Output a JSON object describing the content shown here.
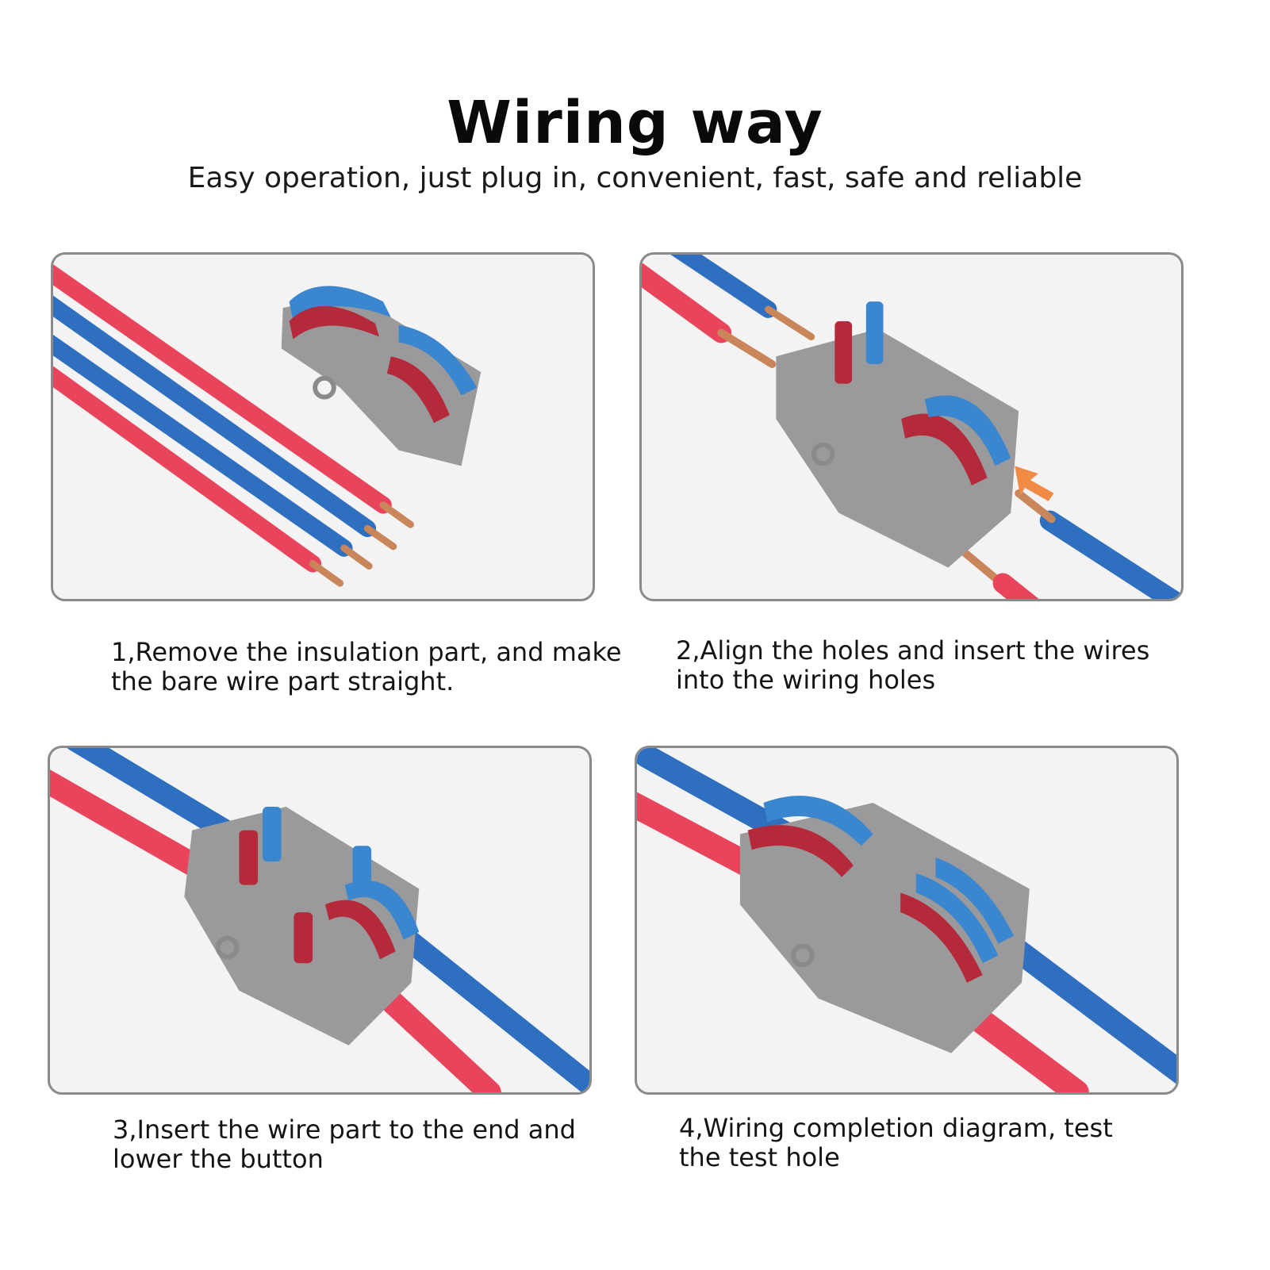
{
  "header": {
    "title": "Wiring way",
    "subtitle": "Easy operation, just plug in, convenient, fast, safe and reliable"
  },
  "steps": [
    {
      "caption": "1,Remove the insulation part, and make\nthe bare wire part straight."
    },
    {
      "caption": "2,Align the holes and insert the wires\n into the wiring holes"
    },
    {
      "caption": "3,Insert the wire part to the end and\n lower the button"
    },
    {
      "caption": "4,Wiring completion diagram, test\n the test hole"
    }
  ],
  "colors": {
    "wire_red": "#e8455d",
    "wire_blue": "#2f6fc0",
    "copper": "#c9865a",
    "connector_gray": "#9a9a9c",
    "lever_red": "#b52a3a",
    "lever_blue": "#3a86cf",
    "arrow_orange": "#f08a45"
  }
}
